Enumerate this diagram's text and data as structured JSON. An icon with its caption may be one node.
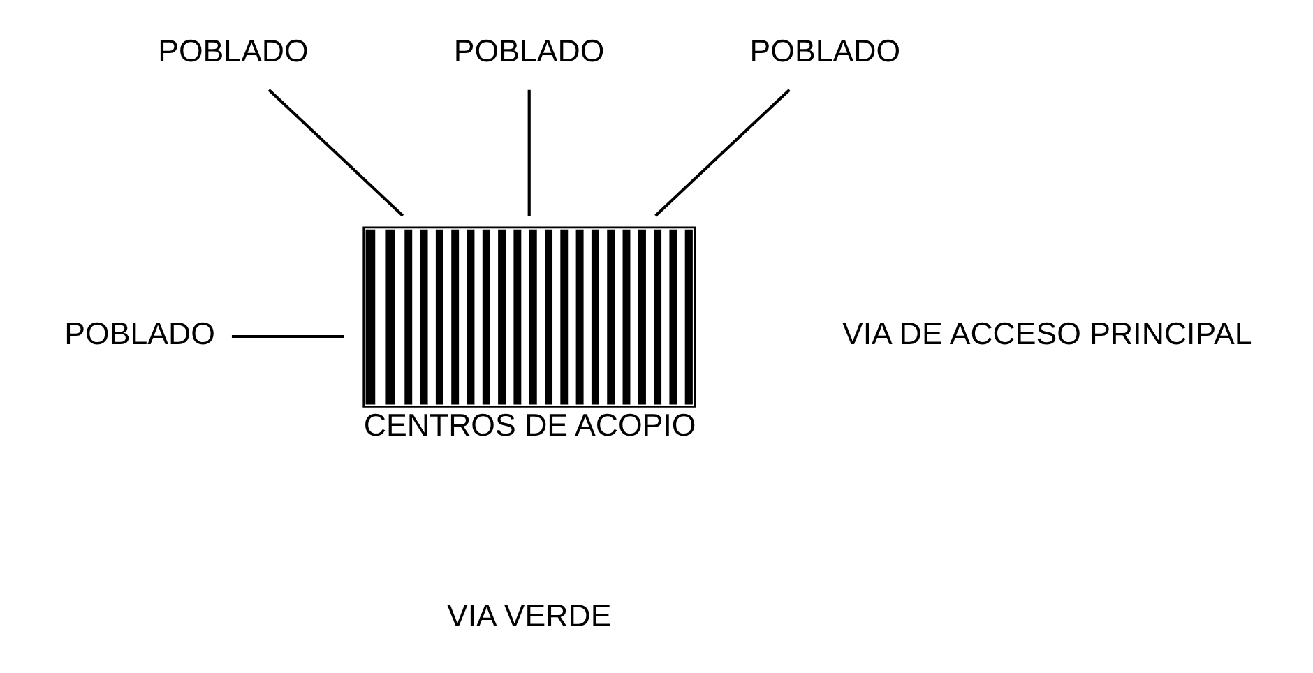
{
  "diagram": {
    "nodes": [
      {
        "text": [
          "POBLADO"
        ]
      },
      {
        "text": [
          "POBLADO"
        ]
      },
      {
        "text": [
          "POBLADO"
        ]
      },
      {
        "text": [
          "POBLADO"
        ]
      },
      {
        "text": [
          "CENTROS DE ACOPIO"
        ]
      }
    ],
    "edges": [
      {
        "from": 0,
        "to": 4,
        "arrow": "none"
      },
      {
        "from": 1,
        "to": 4,
        "arrow": "none"
      },
      {
        "from": 2,
        "to": 4,
        "arrow": "none"
      },
      {
        "from": 3,
        "to": 4,
        "arrow": "none"
      }
    ],
    "labels": [
      "VIA DE ACCESO PRINCIPAL",
      "VIA VERDE"
    ]
  }
}
